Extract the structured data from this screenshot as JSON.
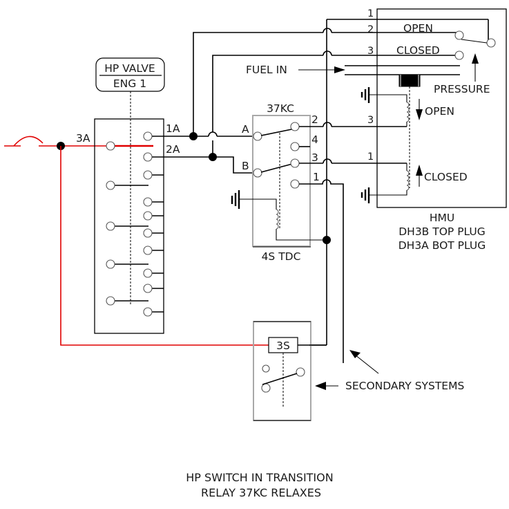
{
  "diagram": {
    "title_lines": [
      "HP SWITCH IN TRANSITION",
      "RELAY 37KC RELAXES"
    ],
    "hp_valve": {
      "label_top": "HP VALVE",
      "label_bottom": "ENG 1",
      "input_pin": "3A",
      "output_pins": [
        "1A",
        "2A"
      ]
    },
    "relay_37kc": {
      "name": "37KC",
      "subtitle": "4S TDC",
      "common_pins": [
        "A",
        "B"
      ],
      "contact_pins": [
        "2",
        "4",
        "3",
        "1"
      ]
    },
    "hmu": {
      "title": "HMU",
      "plug_top": "DH3B TOP PLUG",
      "plug_bottom": "DH3A BOT PLUG",
      "switch_pins": [
        "1",
        "2",
        "3"
      ],
      "switch_labels": {
        "open": "OPEN",
        "closed": "CLOSED"
      },
      "fuel_label": "FUEL IN",
      "pressure_label": "PRESSURE",
      "solenoid_open_pin": "3",
      "solenoid_closed_pin": "1",
      "solenoid_open_label": "OPEN",
      "solenoid_closed_label": "CLOSED"
    },
    "switch_3s": {
      "name": "3S"
    },
    "secondary_label": "SECONDARY SYSTEMS",
    "colors": {
      "energized_wire": "#e00000",
      "wire": "#000000",
      "relay_box": "#a8a8a8"
    }
  }
}
